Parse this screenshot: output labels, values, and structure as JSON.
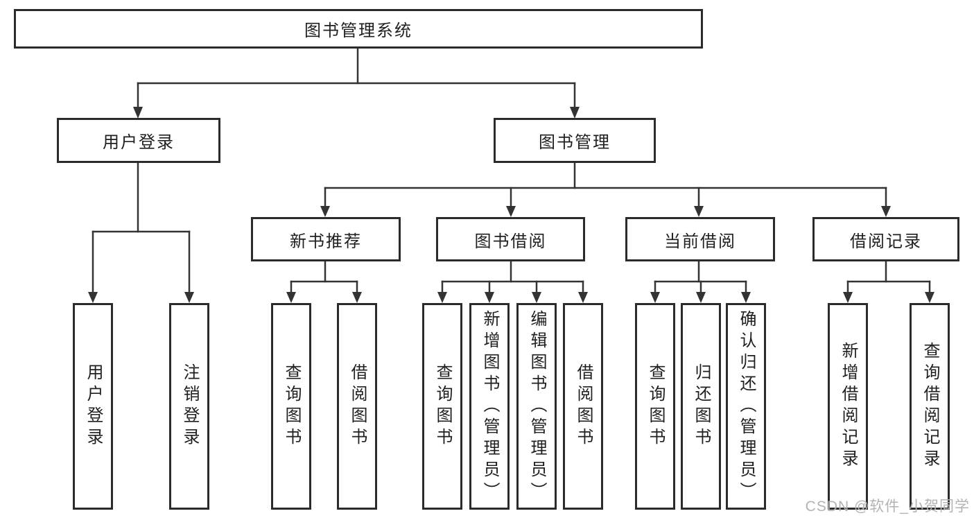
{
  "diagram": {
    "root": "图书管理系统",
    "level2": {
      "user_login": "用户登录",
      "book_management": "图书管理"
    },
    "level3": {
      "new_book": "新书推荐",
      "book_borrow": "图书借阅",
      "current_borrow": "当前借阅",
      "borrow_records": "借阅记录"
    },
    "leaves": {
      "user_login": [
        "用户登录",
        "注销登录"
      ],
      "new_book": [
        "查询图书",
        "借阅图书"
      ],
      "book_borrow": [
        "查询图书",
        "新增图书（管理员）",
        "编辑图书（管理员）",
        "借阅图书"
      ],
      "current_borrow": [
        "查询图书",
        "归还图书",
        "确认归还（管理员）"
      ],
      "borrow_records": [
        "新增借阅记录",
        "查询借阅记录"
      ]
    }
  },
  "watermark": "CSDN @软件_小贺同学",
  "colors": {
    "line": "#333333",
    "box_border": "#2b2b2b",
    "text": "#1f1f1f",
    "watermark": "#b3b3b3"
  }
}
